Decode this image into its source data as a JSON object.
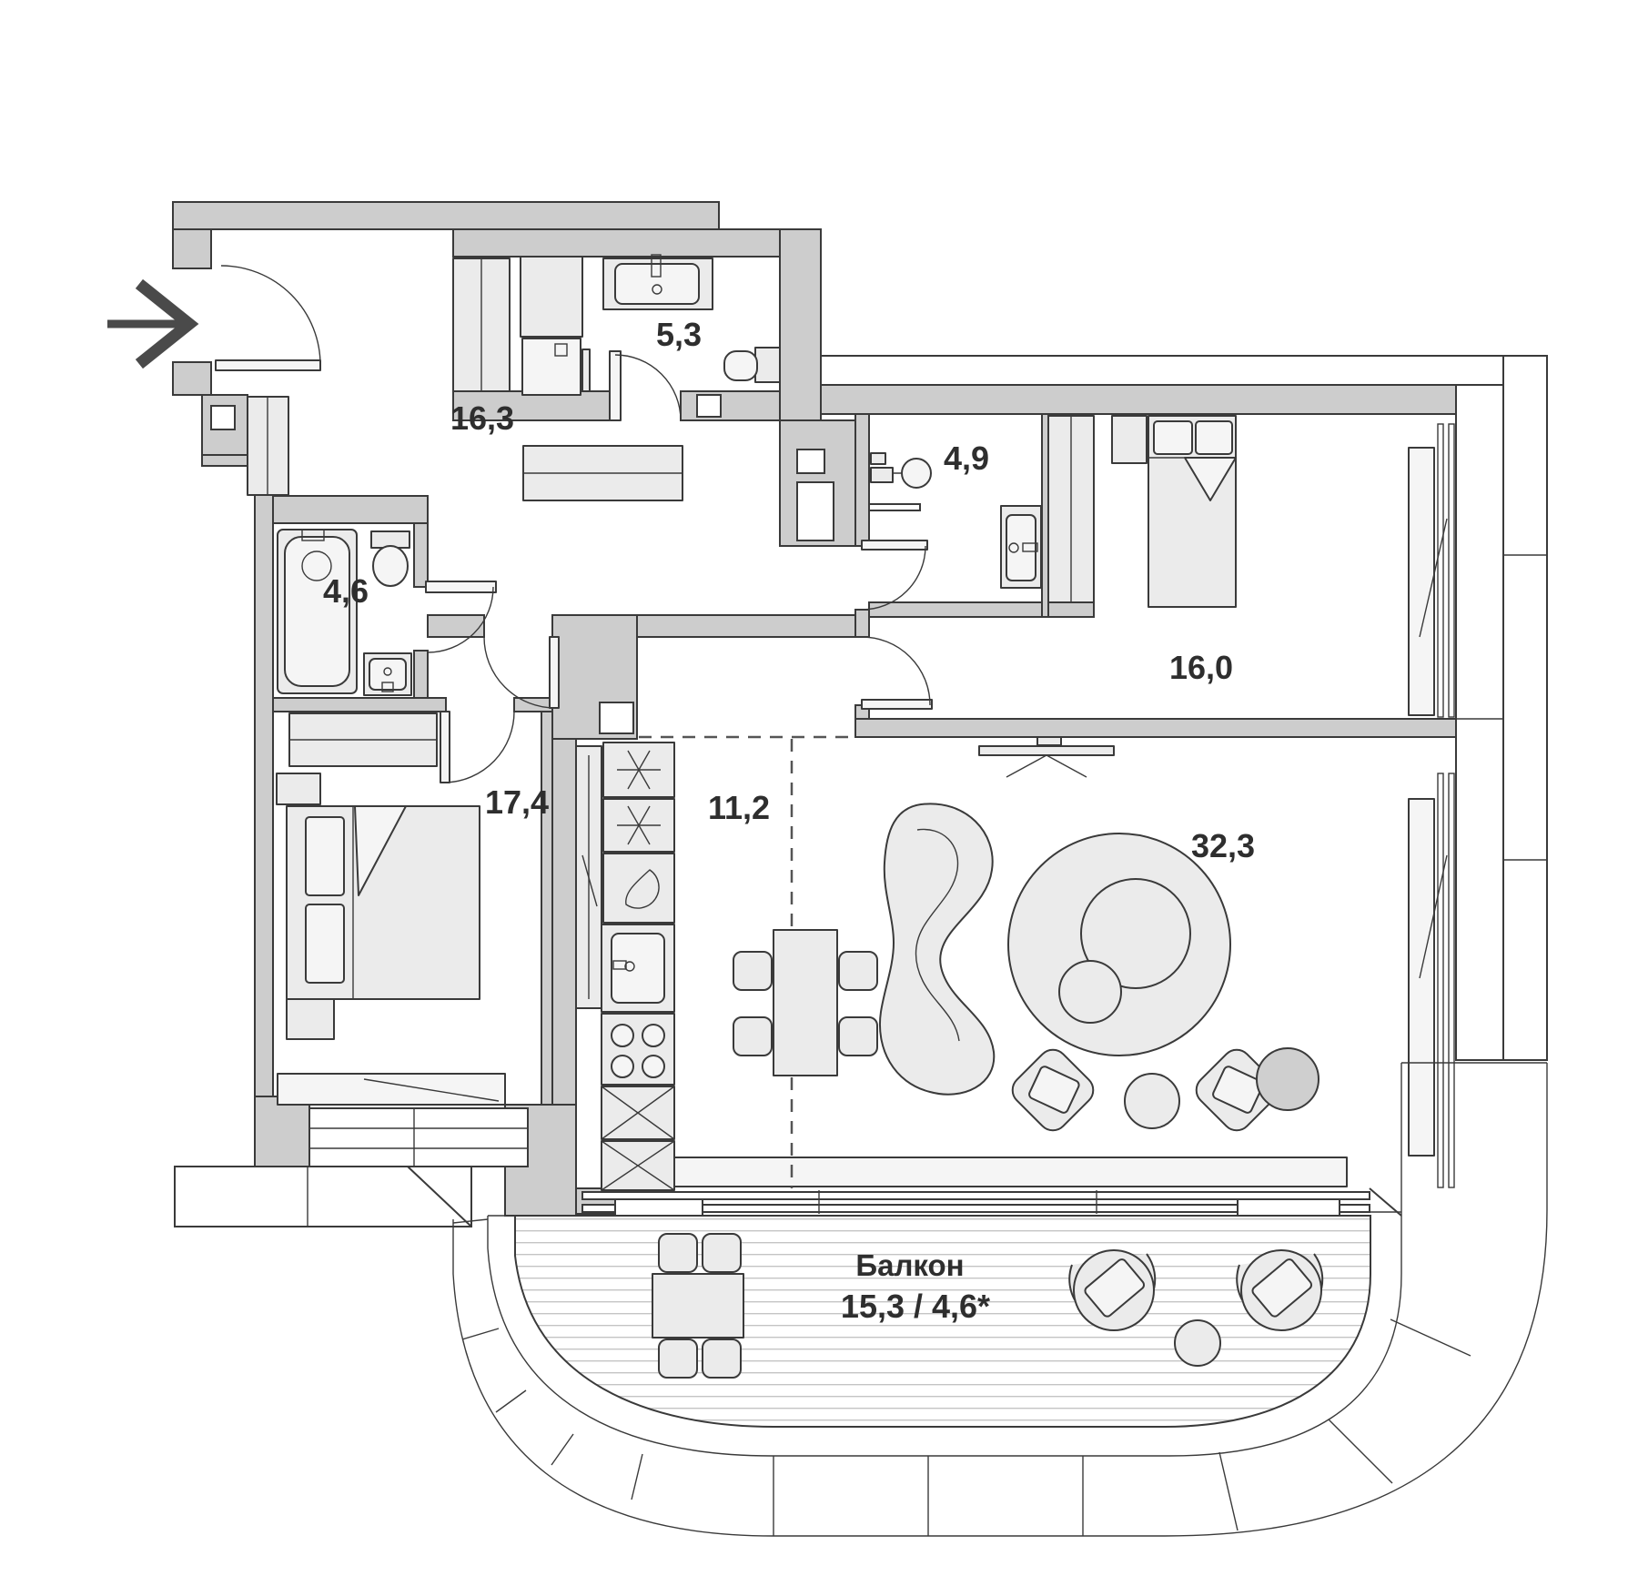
{
  "plan": {
    "type": "apartment-floor-plan",
    "rooms": [
      {
        "name": "hallway",
        "area": "16,3"
      },
      {
        "name": "bathroom-small",
        "area": "5,3"
      },
      {
        "name": "shower-room",
        "area": "4,9"
      },
      {
        "name": "bedroom-right",
        "area": "16,0"
      },
      {
        "name": "bathroom-main",
        "area": "4,6"
      },
      {
        "name": "bedroom-left",
        "area": "17,4"
      },
      {
        "name": "kitchen",
        "area": "11,2"
      },
      {
        "name": "living-room",
        "area": "32,3"
      }
    ],
    "balcony": {
      "name": "Балкон",
      "area": "15,3 / 4,6*"
    }
  },
  "colors": {
    "wall": "#cdcdcd",
    "outline": "#3a3a3a",
    "furniture": "#ebebeb",
    "accent_dark": "#cfcfcf",
    "text": "#2e2e2e"
  }
}
